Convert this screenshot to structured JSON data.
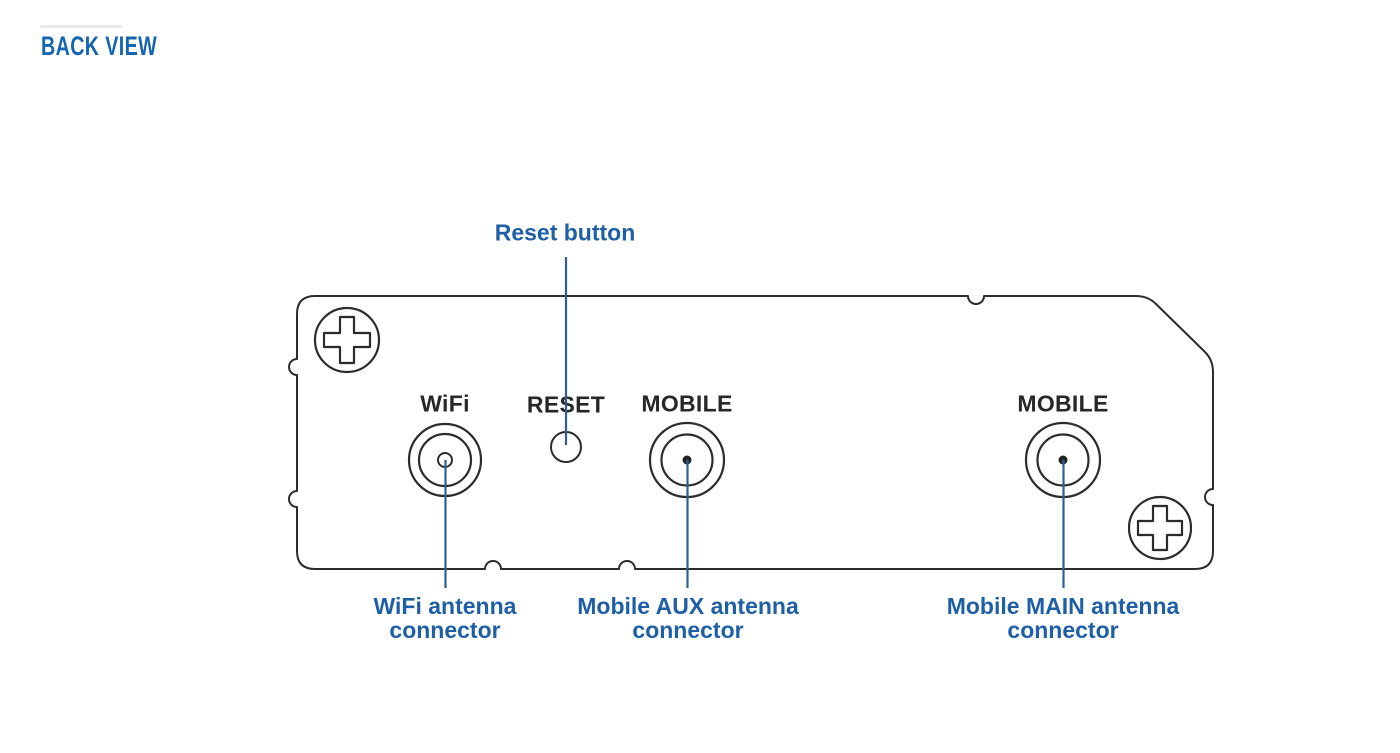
{
  "page": {
    "title": "BACK VIEW"
  },
  "colors": {
    "title_blue": "#1565b0",
    "callout_text_blue": "#1e5fa6",
    "callout_line_blue": "#305f97",
    "device_outline_dark": "#2c2c2c",
    "port_label_dark": "#272727",
    "background": "#ffffff"
  },
  "device": {
    "description": "router back panel outline with two phillips screws",
    "port_labels": [
      {
        "id": "wifi",
        "label": "WiFi"
      },
      {
        "id": "reset",
        "label": "RESET"
      },
      {
        "id": "mobile-aux",
        "label": "MOBILE"
      },
      {
        "id": "mobile-main",
        "label": "MOBILE"
      }
    ],
    "callouts": {
      "reset": {
        "label": "Reset button"
      },
      "wifi": {
        "line1": "WiFi antenna",
        "line2": "connector"
      },
      "mobile_aux": {
        "line1": "Mobile AUX antenna",
        "line2": "connector"
      },
      "mobile_main": {
        "line1": "Mobile MAIN antenna",
        "line2": "connector"
      }
    },
    "icons": {
      "screw": "phillips-screw-icon",
      "wifi_connector": "rp-sma-connector-icon",
      "mobile_connector": "sma-connector-icon",
      "reset_button": "reset-button-hole-icon"
    }
  }
}
